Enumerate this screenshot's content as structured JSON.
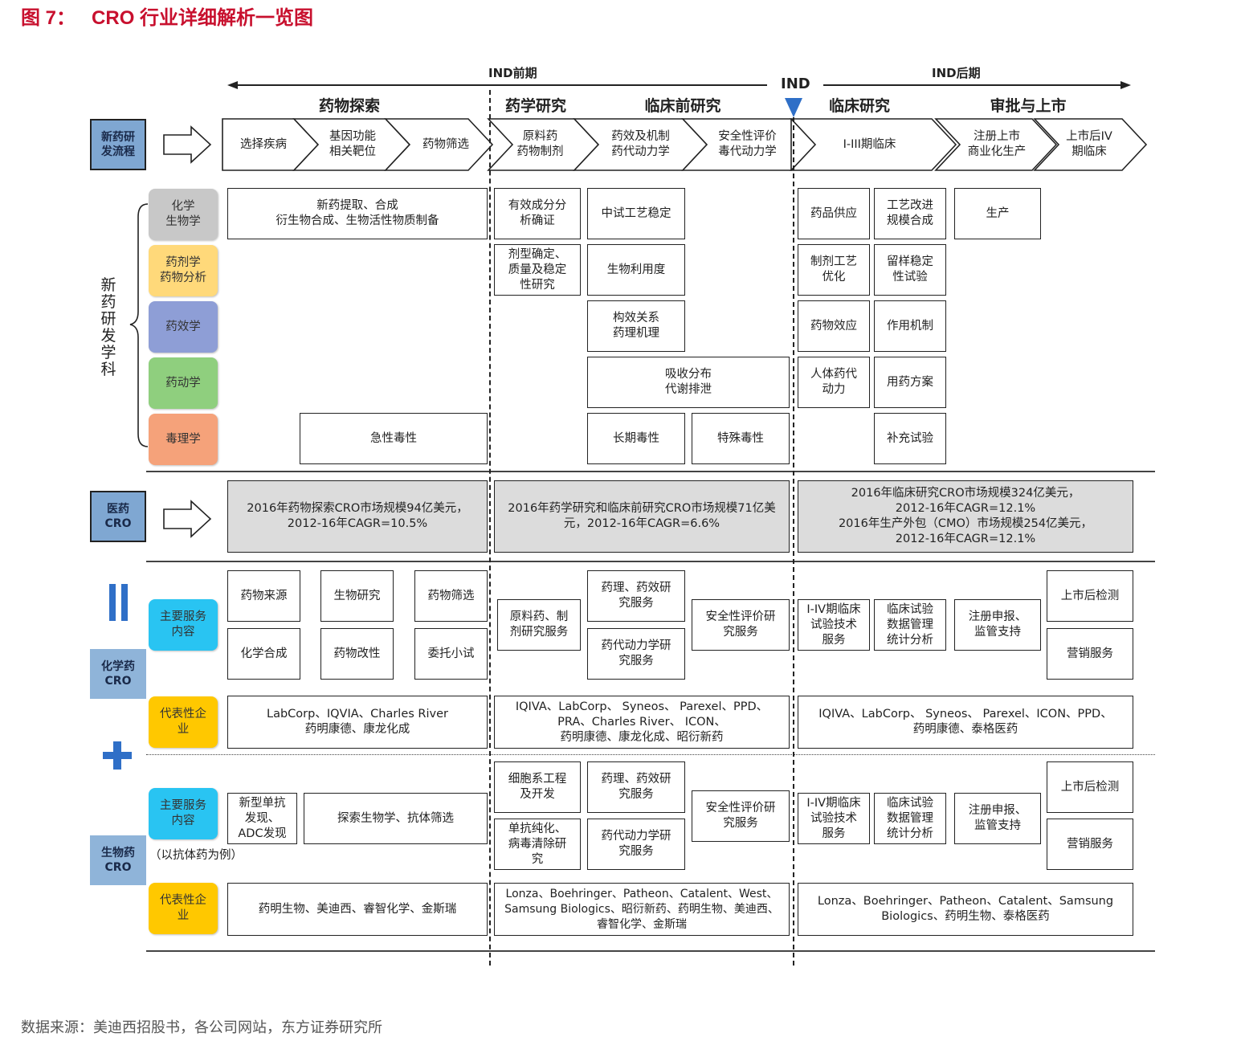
{
  "title": {
    "fig": "图 7：",
    "text": "CRO 行业详细解析一览图"
  },
  "source": "数据来源：美迪西招股书，各公司网站，东方证券研究所",
  "phases": {
    "pre": "IND前期",
    "ind": "IND",
    "post": "IND后期"
  },
  "stages": {
    "discovery": "药物探索",
    "pharma": "药学研究",
    "preclinical": "临床前研究",
    "clinical": "临床研究",
    "approval": "审批与上市"
  },
  "left": {
    "flow": "新药研\n发流程",
    "disciplines": "新药研发学科",
    "cro": "医药\nCRO",
    "chem": "化学药\nCRO",
    "bio": "生物药\nCRO",
    "bio_note": "（以抗体药为例）"
  },
  "flow_steps": [
    "选择疾病",
    "基因功能\n相关靶位",
    "药物筛选",
    "原料药\n药物制剂",
    "药效及机制\n药代动力学",
    "安全性评价\n毒代动力学",
    "I-III期临床",
    "注册上市\n商业化生产",
    "上市后IV\n期临床"
  ],
  "disciplines": [
    "化学\n生物学",
    "药剂学\n药物分析",
    "药效学",
    "药动学",
    "毒理学"
  ],
  "grid": {
    "chem_synth": "新药提取、合成\n衍生物合成、生物活性物质制备",
    "active_comp": "有效成分分\n析确证",
    "pilot": "中试工艺稳定",
    "supply": "药品供应",
    "process": "工艺改进\n规模合成",
    "production": "生产",
    "formulation": "剂型确定、\n质量及稳定\n性研究",
    "bioavail": "生物利用度",
    "prep_opt": "制剂工艺\n优化",
    "sample": "留样稳定\n性试验",
    "sar": "构效关系\n药理机理",
    "effect": "药物效应",
    "mechanism": "作用机制",
    "adme": "吸收分布\n代谢排泄",
    "human_pk": "人体药代\n动力",
    "regimen": "用药方案",
    "acute": "急性毒性",
    "chronic": "长期毒性",
    "special": "特殊毒性",
    "supplement": "补充试验"
  },
  "market": {
    "discovery": "2016年药物探索CRO市场规模94亿美元，\n2012-16年CAGR=10.5%",
    "preclinical": "2016年药学研究和临床前研究CRO市场规模71亿美\n元，2012-16年CAGR=6.6%",
    "clinical": "2016年临床研究CRO市场规模324亿美元，\n2012-16年CAGR=12.1%\n2016年生产外包（CMO）市场规模254亿美元，\n2012-16年CAGR=12.1%"
  },
  "row_labels": {
    "service": "主要服务\n内容",
    "company": "代表性企\n业"
  },
  "chem_services": {
    "s1": "药物来源",
    "s2": "生物研究",
    "s3": "药物筛选",
    "s4": "化学合成",
    "s5": "药物改性",
    "s6": "委托小试",
    "api": "原料药、制\n剂研究服务",
    "pharm": "药理、药效研\n究服务",
    "pk": "药代动力学研\n究服务",
    "safety": "安全性评价研\n究服务",
    "trial": "I-IV期临床\n试验技术\n服务",
    "data": "临床试验\n数据管理\n统计分析",
    "reg": "注册申报、\n监管支持",
    "post": "上市后检测",
    "mkt": "营销服务"
  },
  "chem_companies": {
    "discovery": "LabCorp、IQVIA、Charles River\n药明康德、康龙化成",
    "preclinical": "IQIVA、LabCorp、 Syneos、 Parexel、PPD、\nPRA、Charles River、 ICON、\n药明康德、康龙化成、昭衍新药",
    "clinical": "IQIVA、LabCorp、 Syneos、 Parexel、ICON、PPD、\n药明康德、泰格医药"
  },
  "bio_services": {
    "mab": "新型单抗\n发现、\nADC发现",
    "explore": "探索生物学、抗体筛选",
    "cell": "细胞系工程\n及开发",
    "purify": "单抗纯化、\n病毒清除研\n究",
    "pharm": "药理、药效研\n究服务",
    "pk": "药代动力学研\n究服务",
    "safety": "安全性评价研\n究服务",
    "trial": "I-IV期临床\n试验技术\n服务",
    "data": "临床试验\n数据管理\n统计分析",
    "reg": "注册申报、\n监管支持",
    "post": "上市后检测",
    "mkt": "营销服务"
  },
  "bio_companies": {
    "discovery": "药明生物、美迪西、睿智化学、金斯瑞",
    "preclinical": "Lonza、Boehringer、Patheon、Catalent、West、\nSamsung Biologics、昭衍新药、药明生物、美迪西、\n睿智化学、金斯瑞",
    "clinical": "Lonza、Boehringer、Patheon、Catalent、Samsung\nBiologics、药明生物、泰格医药"
  },
  "colors": {
    "title": "#c8102e",
    "chem_disc": "#c8c8c8",
    "pharm_disc": "#ffd97a",
    "pd_disc": "#8e9ed6",
    "pk_disc": "#8fcf7e",
    "tox_disc": "#f5a27a",
    "service": "#29c4f2",
    "company": "#ffc800",
    "left_blue": "#8fb4d9"
  }
}
